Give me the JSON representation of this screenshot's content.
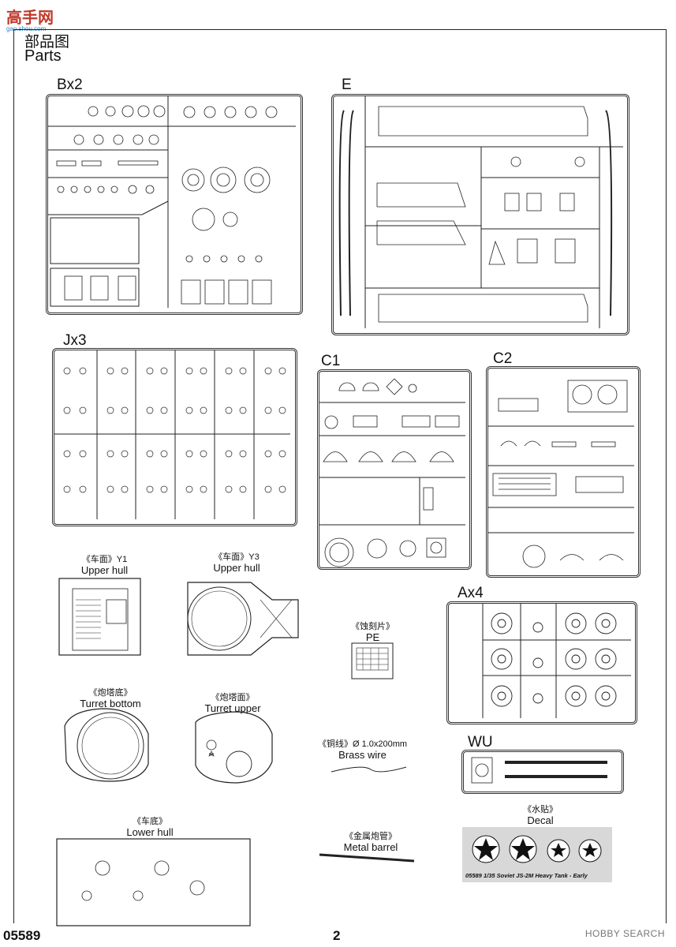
{
  "logo": {
    "text": "高手网",
    "sub": "gao.shou.com"
  },
  "header": {
    "title_cn": "部品图",
    "title_en": "Parts"
  },
  "sprues": {
    "bx2": "Bx2",
    "e": "E",
    "jx3": "Jx3",
    "c1": "C1",
    "c2": "C2",
    "ax4": "Ax4",
    "wu": "WU"
  },
  "captions": {
    "y1": {
      "cn": "《车面》Y1",
      "en": "Upper hull"
    },
    "y3": {
      "cn": "《车面》Y3",
      "en": "Upper hull"
    },
    "pe": {
      "cn": "《蚀刻片》",
      "en": "PE"
    },
    "turret_bottom": {
      "cn": "《炮塔底》",
      "en": "Turret bottom"
    },
    "turret_upper": {
      "cn": "《炮塔面》",
      "en": "Turret upper"
    },
    "brass_wire": {
      "cn": "《铜线》Ø 1.0x200mm",
      "en": "Brass wire"
    },
    "lower_hull": {
      "cn": "《车底》",
      "en": "Lower hull"
    },
    "metal_barrel": {
      "cn": "《金属炮管》",
      "en": "Metal barrel"
    },
    "decal": {
      "cn": "《水贴》",
      "en": "Decal"
    }
  },
  "decal_text": "05589 1/35 Soviet JS-2M Heavy Tank - Early",
  "footer": {
    "code": "05589",
    "page": "2"
  },
  "watermark": "HOBBY SEARCH"
}
